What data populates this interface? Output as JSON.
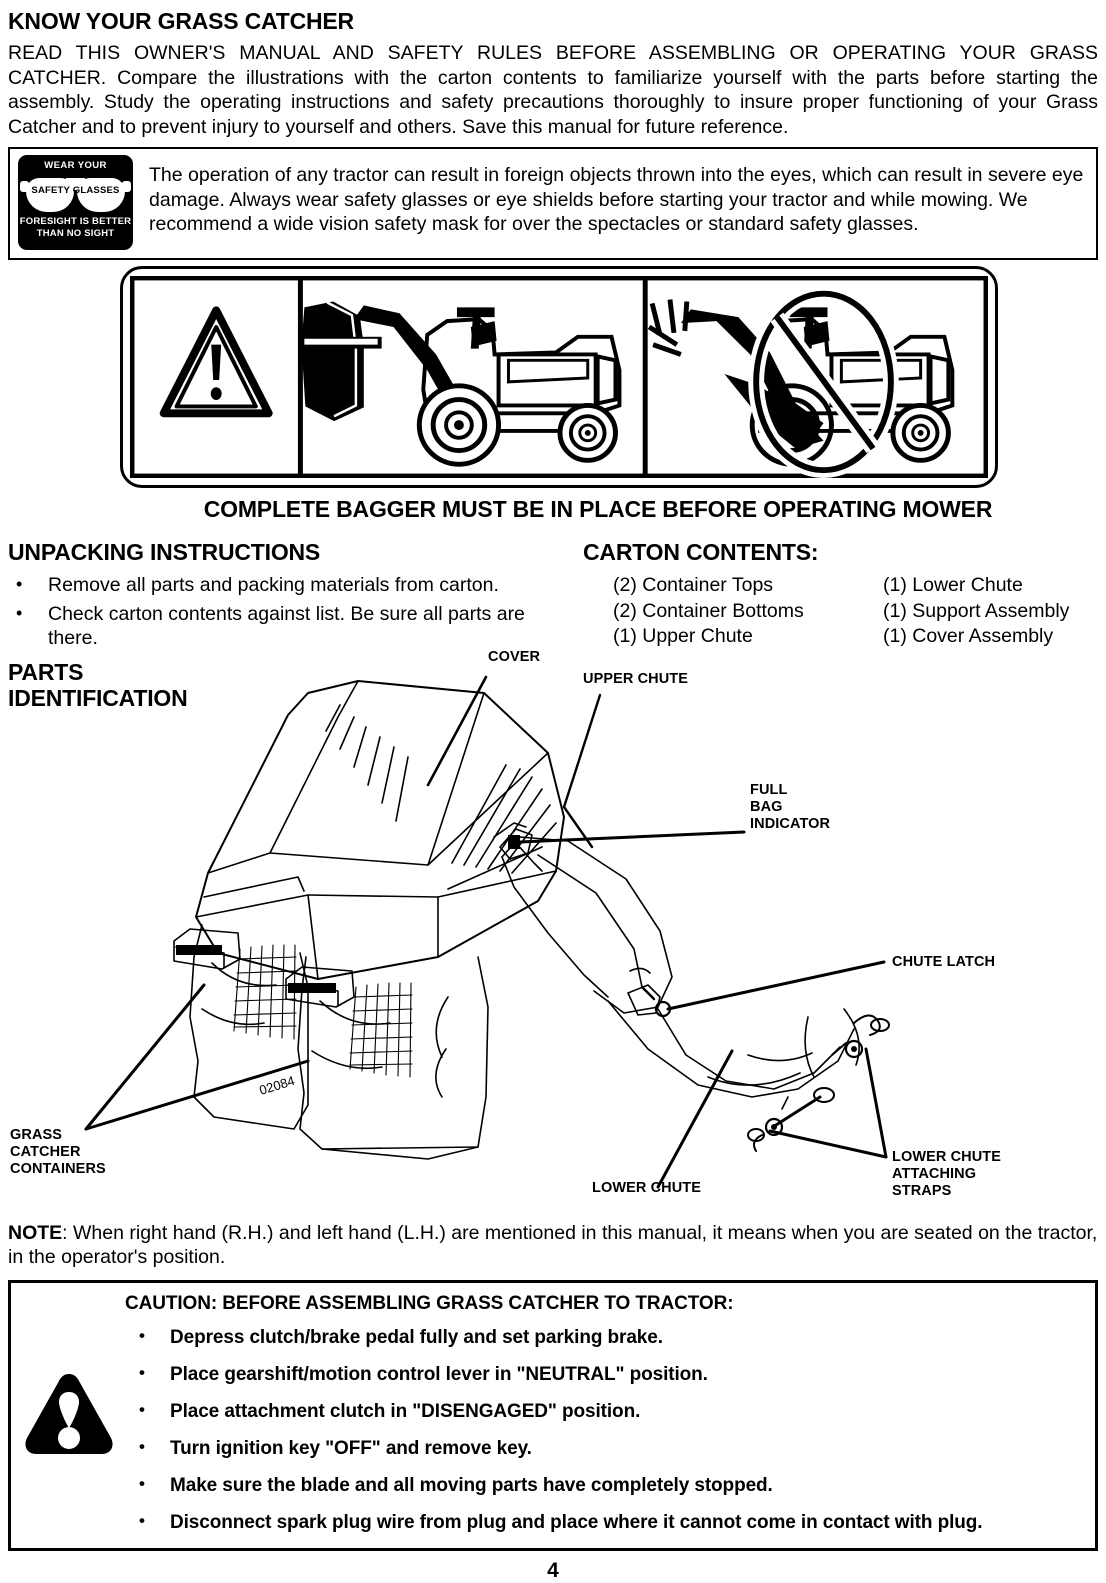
{
  "header": {
    "title": "KNOW YOUR GRASS CATCHER",
    "intro": "READ THIS OWNER'S MANUAL AND SAFETY RULES BEFORE ASSEMBLING OR OPERATING YOUR GRASS CATCHER. Compare the illustrations with the carton contents to familiarize yourself with the parts before starting the assembly. Study the operating instructions and safety precautions thoroughly to insure proper functioning of your Grass Catcher and to prevent injury to yourself and others.  Save this manual for future reference."
  },
  "eye_warning": {
    "badge": {
      "top_line": "WEAR YOUR",
      "lens_line": "SAFETY GLASSES",
      "bottom_line_1": "FORESIGHT IS BETTER",
      "bottom_line_2": "THAN NO SIGHT"
    },
    "text": "The operation of any tractor can result in foreign objects thrown into the eyes, which can result in severe eye damage. Always wear safety glasses or eye shields before starting your tractor and while mowing. We recommend a wide vision safety mask for over the spectacles or standard safety glasses."
  },
  "pictogram": {
    "panel_1_icon": "warning-triangle-icon",
    "panel_2_icon": "tractor-with-bagger-icon",
    "panel_3_icon": "tractor-without-bagger-prohibited-icon",
    "caption": "COMPLETE BAGGER MUST BE IN PLACE BEFORE OPERATING MOWER"
  },
  "unpacking": {
    "heading": "UNPACKING INSTRUCTIONS",
    "items": [
      "Remove all parts and packing materials from carton.",
      "Check carton contents against list.  Be sure all parts are there."
    ]
  },
  "carton_contents": {
    "heading": "CARTON CONTENTS:",
    "column_a": [
      "(2) Container Tops",
      "(2) Container Bottoms",
      "(1) Upper Chute"
    ],
    "column_b": [
      "(1) Lower Chute",
      "(1) Support Assembly",
      "(1) Cover Assembly"
    ]
  },
  "parts_identification": {
    "title_line_1": "PARTS",
    "title_line_2": "IDENTIFICATION",
    "part_number_on_container": "02084",
    "labels": [
      {
        "id": "cover",
        "text": "COVER"
      },
      {
        "id": "upper-chute",
        "text": "UPPER CHUTE"
      },
      {
        "id": "full-bag-indicator",
        "text": "FULL\nBAG\nINDICATOR"
      },
      {
        "id": "chute-latch",
        "text": "CHUTE LATCH"
      },
      {
        "id": "grass-catcher-containers",
        "text": "GRASS\nCATCHER\nCONTAINERS"
      },
      {
        "id": "lower-chute",
        "text": "LOWER CHUTE"
      },
      {
        "id": "lower-chute-attaching-straps",
        "text": "LOWER CHUTE\nATTACHING\nSTRAPS"
      }
    ]
  },
  "note": {
    "label": "NOTE",
    "text": ": When right hand (R.H.) and left hand (L.H.) are mentioned in this manual, it means when you are seated on the tractor, in the operator's position."
  },
  "caution": {
    "icon": "warning-triangle-icon",
    "heading": "CAUTION:  BEFORE ASSEMBLING GRASS CATCHER TO TRACTOR:",
    "items": [
      "Depress clutch/brake pedal fully and set parking brake.",
      "Place gearshift/motion control lever in \"NEUTRAL\" position.",
      "Place attachment clutch in \"DISENGAGED\" position.",
      "Turn ignition key \"OFF\" and remove key.",
      "Make sure the blade and all moving parts have completely stopped.",
      "Disconnect spark plug wire from plug and place where it cannot come in contact with plug."
    ]
  },
  "footer": {
    "page_number": "4"
  }
}
